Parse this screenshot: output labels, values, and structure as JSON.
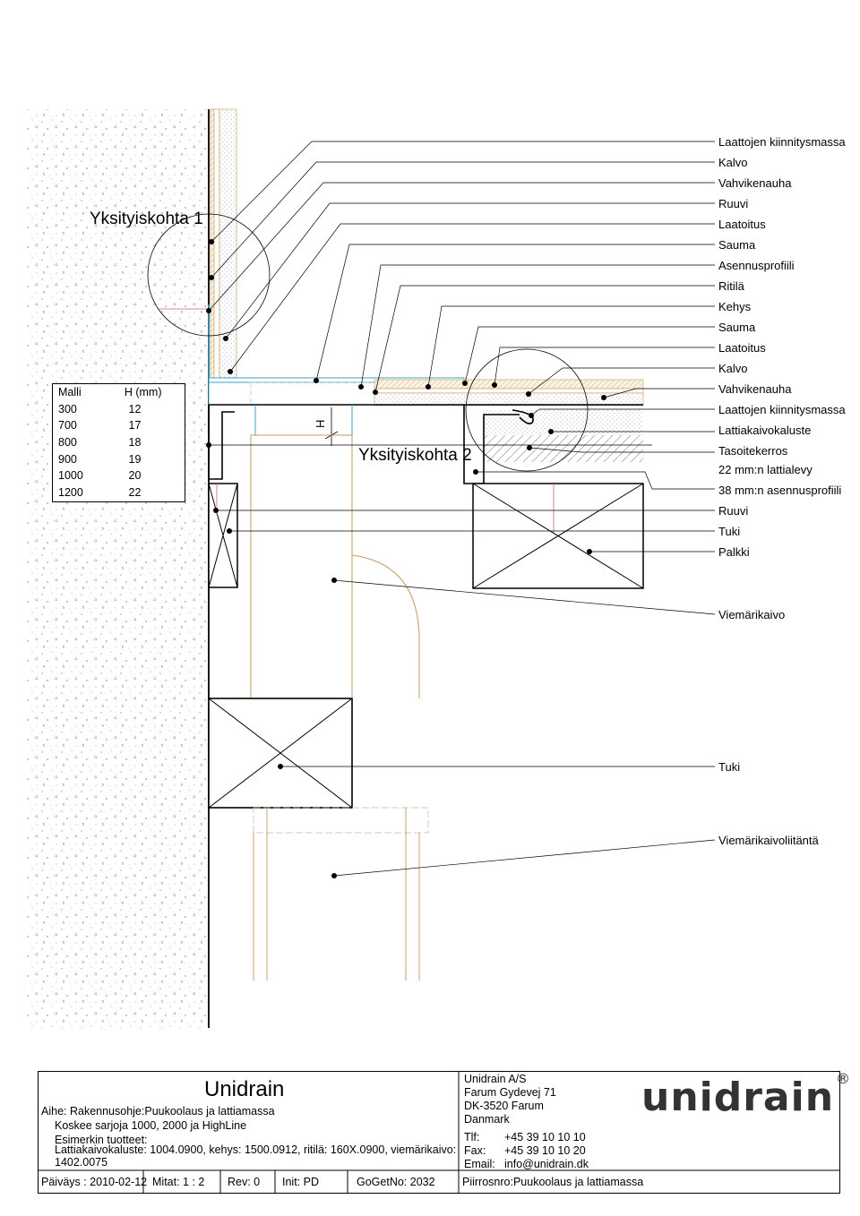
{
  "detail1_title": "Yksityiskohta 1",
  "detail2_title": "Yksityiskohta 2",
  "dimension_label": "H",
  "height_table": {
    "headers": [
      "Malli",
      "H (mm)"
    ],
    "rows": [
      [
        "300",
        "12"
      ],
      [
        "700",
        "17"
      ],
      [
        "800",
        "18"
      ],
      [
        "900",
        "19"
      ],
      [
        "1000",
        "20"
      ],
      [
        "1200",
        "22"
      ]
    ]
  },
  "callouts": [
    "Laattojen kiinnitysmassa",
    "Kalvo",
    "Vahvikenauha",
    "Ruuvi",
    "Laatoitus",
    "Sauma",
    "Asennusprofiili",
    "Ritilä",
    "Kehys",
    "Sauma",
    "Laatoitus",
    "Kalvo",
    "Vahvikenauha",
    "Laattojen kiinnitysmassa",
    "Lattiakaivokaluste",
    "Tasoitekerros",
    "22 mm:n lattialevy",
    "38 mm:n asennusprofiili",
    "Ruuvi",
    "Tuki",
    "Palkki",
    "Viemärikaivo",
    "Tuki",
    "Viemärikaivoliitäntä"
  ],
  "title_block": {
    "brand": "Unidrain",
    "subject": "Aihe: Rakennusohje:Puukoolaus ja lattiamassa",
    "applies": "Koskee sarjoja 1000, 2000 ja HighLine",
    "examples": "Esimerkin tuotteet:",
    "products": "Lattiakaivokaluste: 1004.0900, kehys: 1500.0912, ritilä: 160X.0900, viemärikaivo:",
    "products2": "1402.0075",
    "company": "Unidrain A/S",
    "street": "Farum Gydevej 71",
    "city": "DK-3520 Farum",
    "country": "Danmark",
    "tlf_label": "Tlf:",
    "tlf": "+45 39 10 10 10",
    "fax_label": "Fax:",
    "fax": "+45 39 10 10 20",
    "email_label": "Email:",
    "email": "info@unidrain.dk",
    "logo": "unidrain",
    "logo_mark": "®",
    "date": "Päiväys : 2010-02-12",
    "scale": "Mitat:  1 : 2",
    "rev": "Rev:  0",
    "init": "Init:  PD",
    "gogetno": "GoGetNo:  2032",
    "drawing_name": "Piirrosnro:Puukoolaus ja lattiamassa"
  }
}
